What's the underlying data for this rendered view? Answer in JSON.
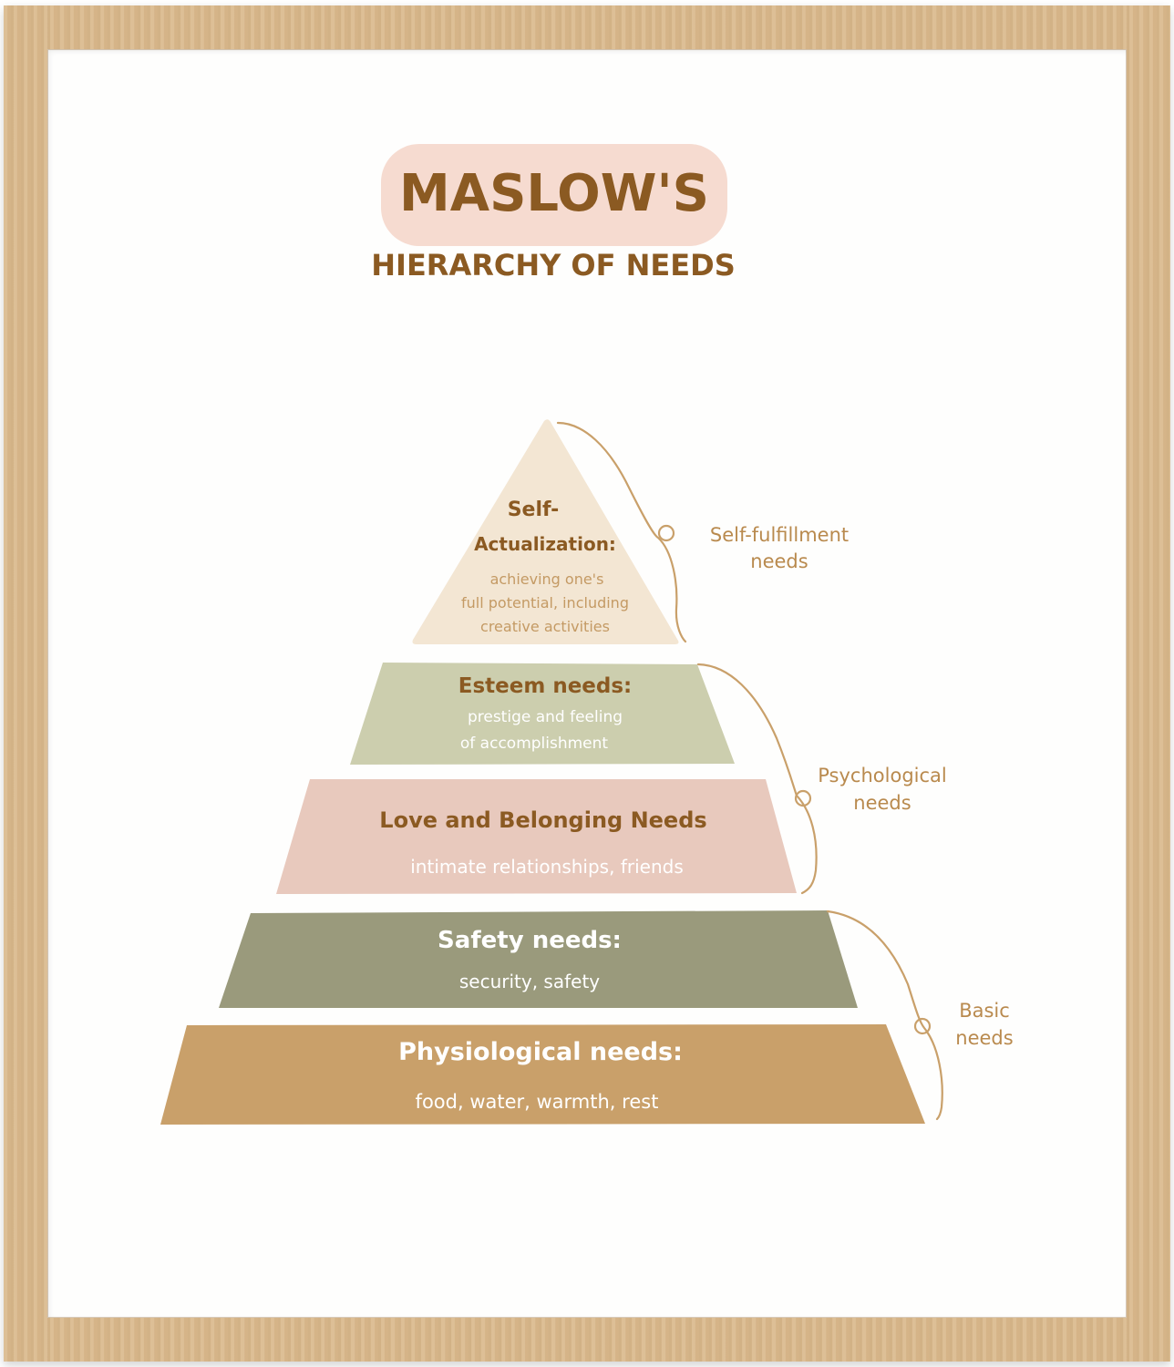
{
  "title": "MASLOW'S",
  "subtitle": "HIERARCHY OF NEEDS",
  "colors": {
    "frame": "#d9b98e",
    "title_text": "#8b5a22",
    "title_bg": "#f6dbd0",
    "side_text": "#b98a4e"
  },
  "levels": [
    {
      "heading_line1": "Self-",
      "heading_line2": "Actualization:",
      "description_lines": [
        "achieving one's",
        "full potential, including",
        "creative activities"
      ],
      "fill": "#f3e6d3",
      "heading_color": "#8b5a22",
      "desc_color": "#c49a64"
    },
    {
      "heading": "Esteem needs:",
      "description_lines": [
        "prestige and feeling",
        "of accomplishment"
      ],
      "fill": "#ccceae",
      "heading_color": "#8b5a22",
      "desc_color": "#ffffff"
    },
    {
      "heading": "Love and Belonging Needs",
      "description_lines": [
        "intimate relationships, friends"
      ],
      "fill": "#e8c9bd",
      "heading_color": "#8b5a22",
      "desc_color": "#ffffff"
    },
    {
      "heading": "Safety needs:",
      "description_lines": [
        "security, safety"
      ],
      "fill": "#9a9a7c",
      "heading_color": "#ffffff",
      "desc_color": "#ffffff"
    },
    {
      "heading": "Physiological needs:",
      "description_lines": [
        "food, water, warmth, rest"
      ],
      "fill": "#c9a06a",
      "heading_color": "#ffffff",
      "desc_color": "#ffffff"
    }
  ],
  "groups": [
    {
      "label_line1": "Self-fulfillment",
      "label_line2": "needs"
    },
    {
      "label_line1": "Psychological",
      "label_line2": "needs"
    },
    {
      "label_line1": "Basic",
      "label_line2": "needs"
    }
  ]
}
